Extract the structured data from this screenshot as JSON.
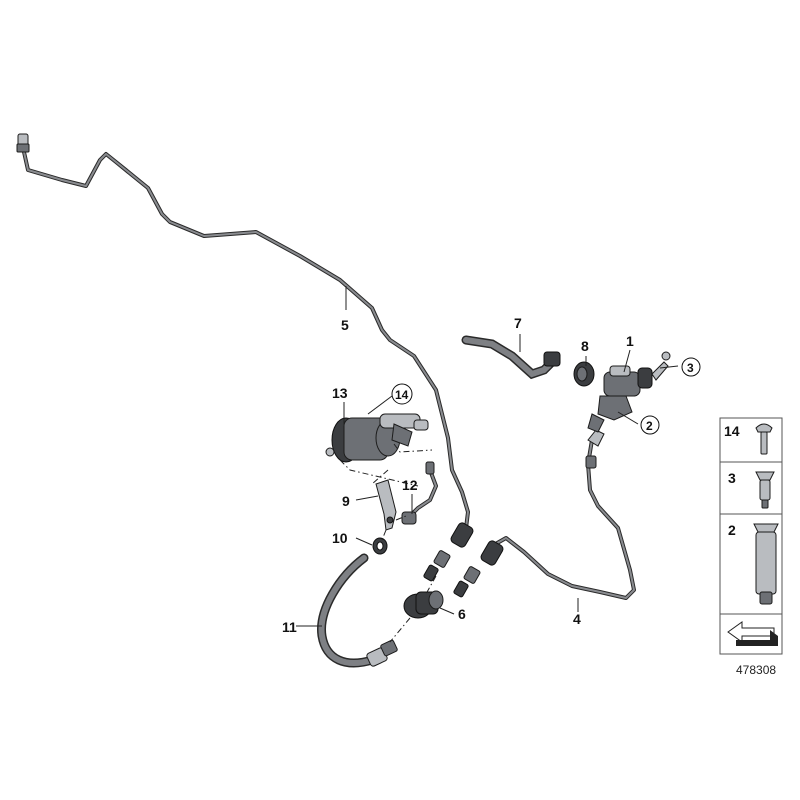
{
  "labels": {
    "l1": "1",
    "l2": "2",
    "l3": "3",
    "l4": "4",
    "l5": "5",
    "l6": "6",
    "l7": "7",
    "l8": "8",
    "l9": "9",
    "l10": "10",
    "l11": "11",
    "l12": "12",
    "l13": "13",
    "l14": "14"
  },
  "legend": {
    "item14": "14",
    "item3": "3",
    "item2": "2"
  },
  "reference_number": "478308"
}
